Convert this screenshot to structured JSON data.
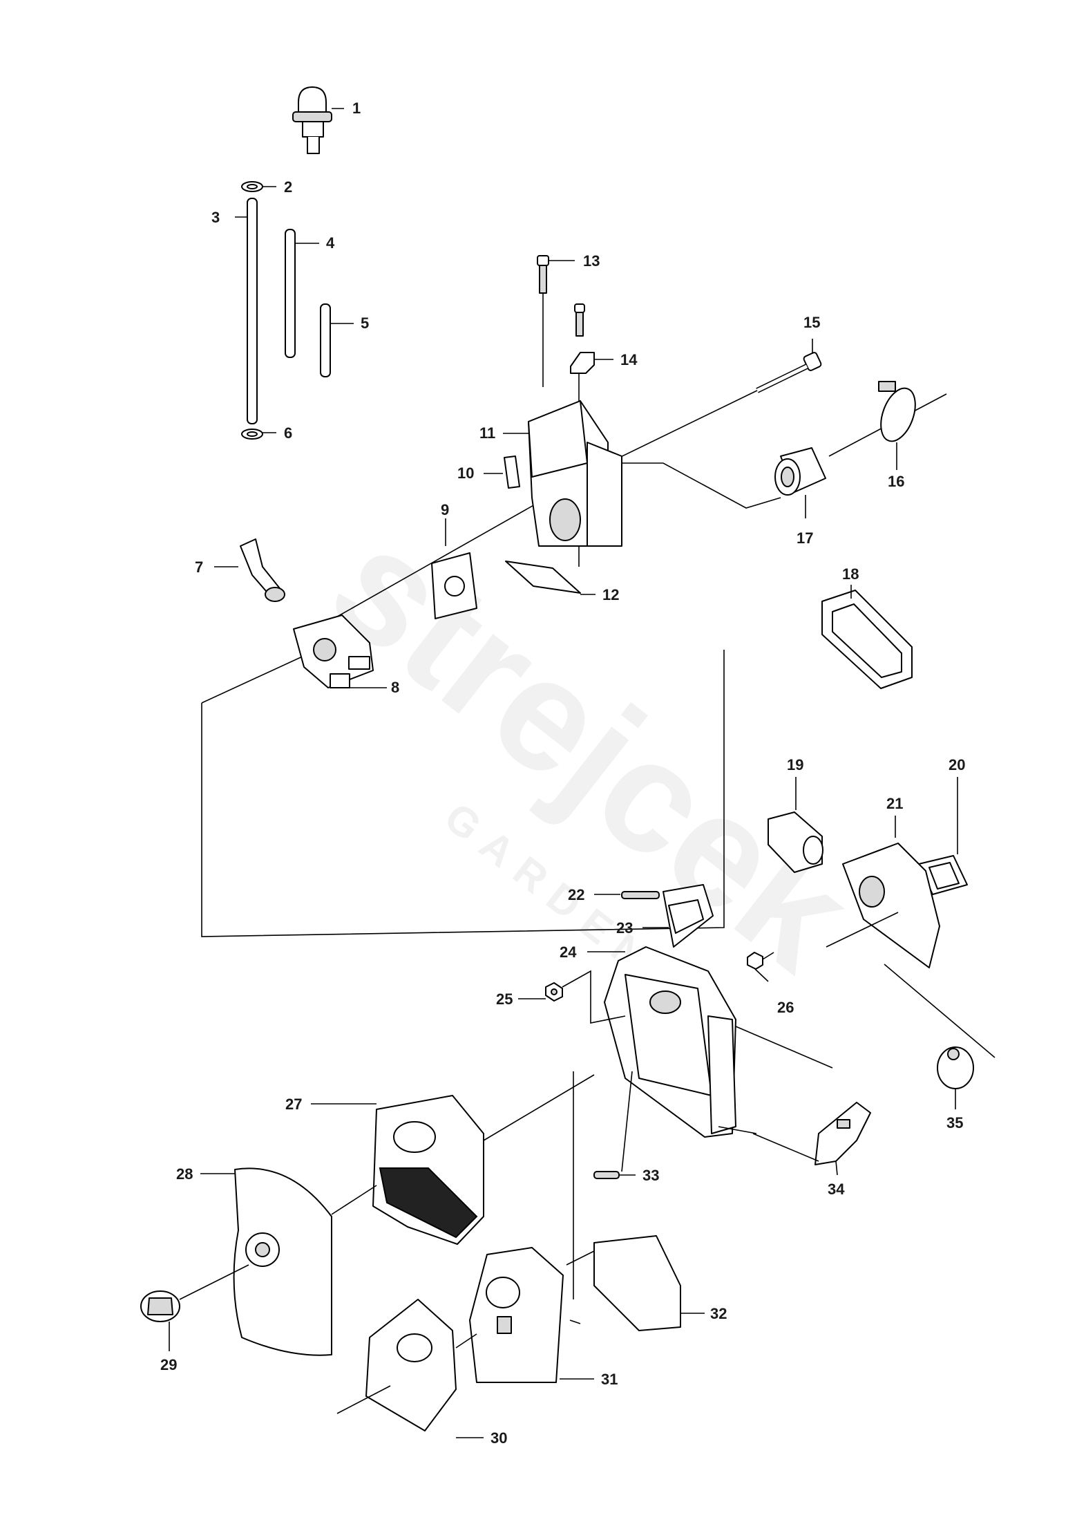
{
  "watermark": {
    "brand": "strejcek",
    "sub": "GARDEN"
  },
  "callouts": [
    {
      "id": "1",
      "text": "1"
    },
    {
      "id": "2",
      "text": "2"
    },
    {
      "id": "3",
      "text": "3"
    },
    {
      "id": "4",
      "text": "4"
    },
    {
      "id": "5",
      "text": "5"
    },
    {
      "id": "6",
      "text": "6"
    },
    {
      "id": "7",
      "text": "7"
    },
    {
      "id": "8",
      "text": "8"
    },
    {
      "id": "9",
      "text": "9"
    },
    {
      "id": "10",
      "text": "10"
    },
    {
      "id": "11",
      "text": "11"
    },
    {
      "id": "12",
      "text": "12"
    },
    {
      "id": "13",
      "text": "13"
    },
    {
      "id": "14",
      "text": "14"
    },
    {
      "id": "15",
      "text": "15"
    },
    {
      "id": "16",
      "text": "16"
    },
    {
      "id": "17",
      "text": "17"
    },
    {
      "id": "18",
      "text": "18"
    },
    {
      "id": "19",
      "text": "19"
    },
    {
      "id": "20",
      "text": "20"
    },
    {
      "id": "21",
      "text": "21"
    },
    {
      "id": "22",
      "text": "22"
    },
    {
      "id": "23",
      "text": "23"
    },
    {
      "id": "24",
      "text": "24"
    },
    {
      "id": "25",
      "text": "25"
    },
    {
      "id": "26",
      "text": "26"
    },
    {
      "id": "27",
      "text": "27"
    },
    {
      "id": "28",
      "text": "28"
    },
    {
      "id": "29",
      "text": "29"
    },
    {
      "id": "30",
      "text": "30"
    },
    {
      "id": "31",
      "text": "31"
    },
    {
      "id": "32",
      "text": "32"
    },
    {
      "id": "33",
      "text": "33"
    },
    {
      "id": "34",
      "text": "34"
    },
    {
      "id": "35",
      "text": "35"
    }
  ]
}
